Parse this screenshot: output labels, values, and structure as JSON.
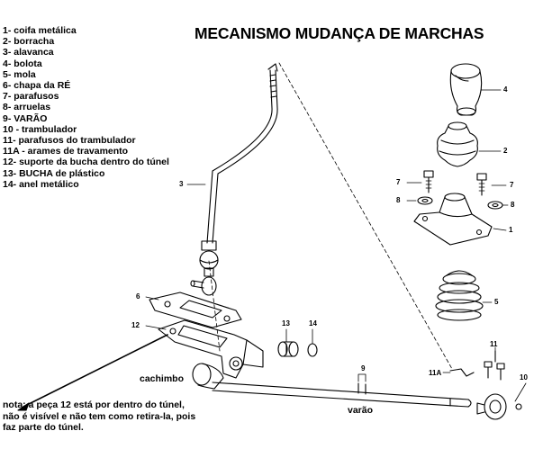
{
  "title": "MECANISMO MUDANÇA DE MARCHAS",
  "parts": [
    "1- coifa metálica",
    "2- borracha",
    "3- alavanca",
    "4- bolota",
    "5- mola",
    "6- chapa da RÉ",
    "7- parafusos",
    "8- arruelas",
    "9- VARÃO",
    "10 - trambulador",
    "11- parafusos do trambulador",
    "11A - arames de travamento",
    "12- suporte da bucha dentro do túnel",
    "13- BUCHA de plástico",
    "14- anel metálico"
  ],
  "callouts": {
    "c1": "1",
    "c2": "2",
    "c3": "3",
    "c4": "4",
    "c5": "5",
    "c6": "6",
    "c7a": "7",
    "c7b": "7",
    "c8a": "8",
    "c8b": "8",
    "c9": "9",
    "c10": "10",
    "c11": "11",
    "c11a": "11A",
    "c12": "12",
    "c13": "13",
    "c14": "14"
  },
  "labels": {
    "cachimbo": "cachimbo",
    "varao": "varão"
  },
  "note": [
    "nota: a peça 12 está por dentro do túnel,",
    "não é visível e não tem como retira-la, pois",
    "faz parte do túnel."
  ],
  "colors": {
    "ink": "#000000",
    "background": "#ffffff"
  }
}
